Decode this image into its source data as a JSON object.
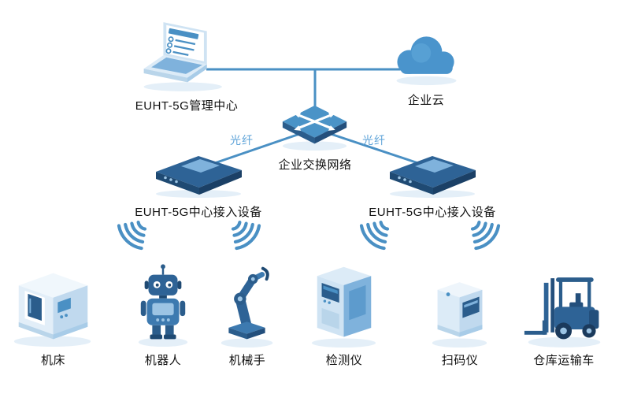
{
  "palette": {
    "line": "#4a90c4",
    "fiber_text": "#5ea3d8",
    "label_text": "#111111",
    "darkest_blue": "#1f4a73",
    "dark_blue": "#2b5d8c",
    "mid_blue": "#2e6396",
    "accent_blue": "#4a90c4",
    "light_blue": "#b9d5ea",
    "pale_blue": "#e4eff8",
    "background": "#ffffff"
  },
  "nodes": {
    "management_center": {
      "label": "EUHT-5G管理中心"
    },
    "enterprise_cloud": {
      "label": "企业云"
    },
    "enterprise_switch": {
      "label": "企业交换网络"
    },
    "fiber_left": {
      "label": "光纤"
    },
    "fiber_right": {
      "label": "光纤"
    },
    "access_device_left": {
      "label": "EUHT-5G中心接入设备"
    },
    "access_device_right": {
      "label": "EUHT-5G中心接入设备"
    }
  },
  "devices": [
    {
      "id": "machine-tool",
      "label": "机床"
    },
    {
      "id": "robot",
      "label": "机器人"
    },
    {
      "id": "robotic-arm",
      "label": "机械手"
    },
    {
      "id": "detector",
      "label": "检测仪"
    },
    {
      "id": "scanner",
      "label": "扫码仪"
    },
    {
      "id": "forklift",
      "label": "仓库运输车"
    }
  ]
}
